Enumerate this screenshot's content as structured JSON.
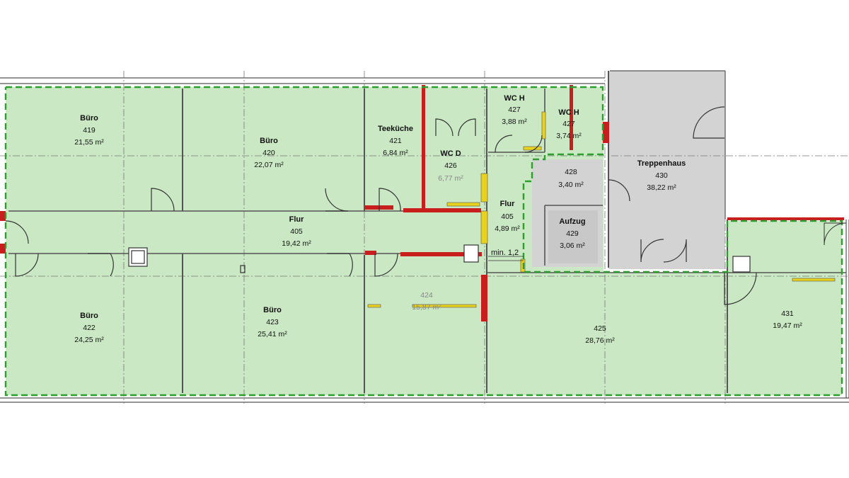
{
  "colors": {
    "room_fill": "#c9e8c3",
    "core_fill": "#d3d3d3",
    "wall": "#555555",
    "new_wall_red": "#c81e1e",
    "wall_yellow": "#e8d21e",
    "boundary_green": "#2e9e2e"
  },
  "rooms": {
    "r419": {
      "name": "Büro",
      "number": "419",
      "area": "21,55 m²"
    },
    "r420": {
      "name": "Büro",
      "number": "420",
      "area": "22,07 m²"
    },
    "r421": {
      "name": "Teeküche",
      "number": "421",
      "area": "6,84 m²"
    },
    "r426": {
      "name": "WC D",
      "number": "426",
      "area": "6,77 m²"
    },
    "r427a": {
      "name": "WC H",
      "number": "427",
      "area": "3,88 m²"
    },
    "r427b": {
      "name": "WC H",
      "number": "427",
      "area": "3,74 m²"
    },
    "r428": {
      "name": "",
      "number": "428",
      "area": "3,40 m²"
    },
    "r430": {
      "name": "Treppenhaus",
      "number": "430",
      "area": "38,22 m²"
    },
    "r405a": {
      "name": "Flur",
      "number": "405",
      "area": "19,42 m²"
    },
    "r405b": {
      "name": "Flur",
      "number": "405",
      "area": "4,89 m²"
    },
    "r429": {
      "name": "Aufzug",
      "number": "429",
      "area": "3,06 m²"
    },
    "r422": {
      "name": "Büro",
      "number": "422",
      "area": "24,25 m²"
    },
    "r423": {
      "name": "Büro",
      "number": "423",
      "area": "25,41 m²"
    },
    "r424": {
      "name": "",
      "number": "424",
      "area": "15,87 m²"
    },
    "r425": {
      "name": "",
      "number": "425",
      "area": "28,76 m²"
    },
    "r431": {
      "name": "",
      "number": "431",
      "area": "19,47 m²"
    }
  },
  "dimension_note": "min. 1,2"
}
